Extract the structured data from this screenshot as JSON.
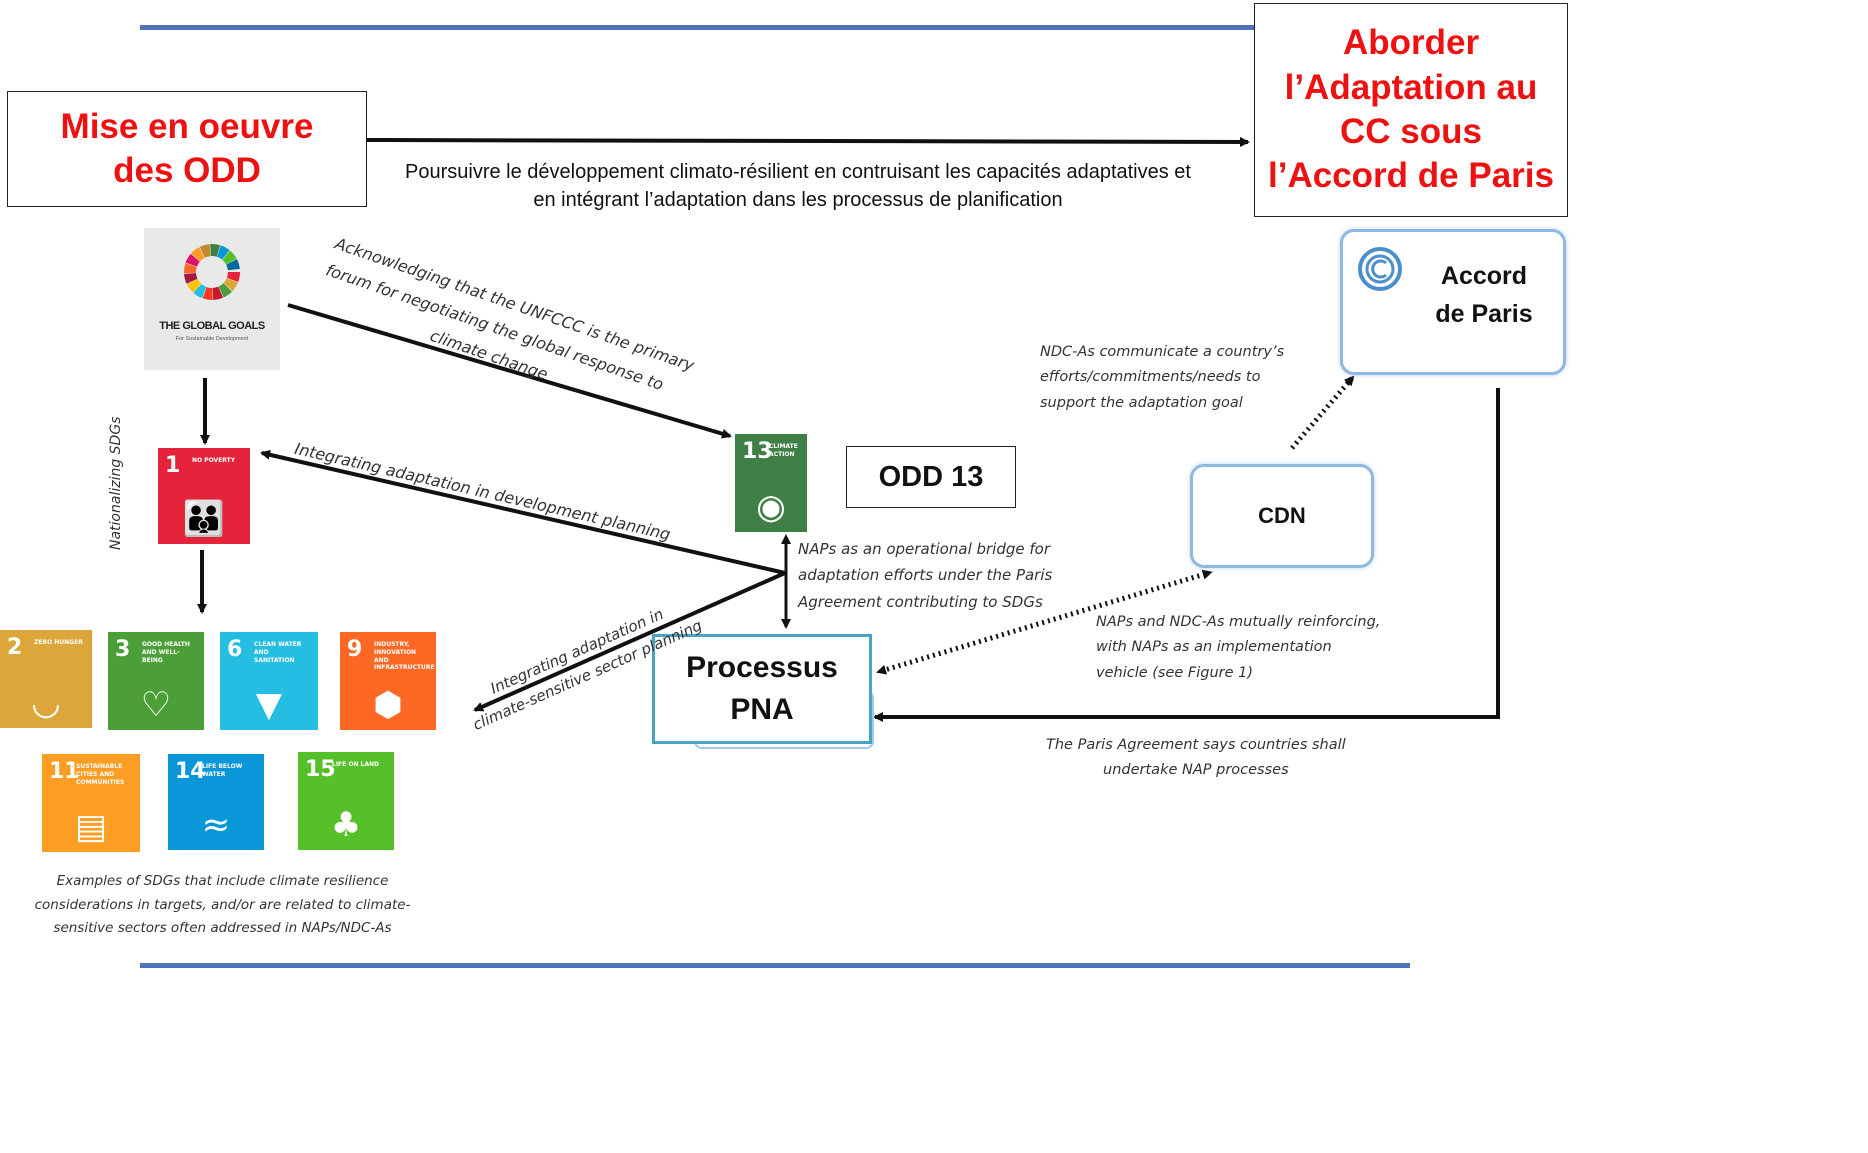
{
  "title_left": "Mise en oeuvre des ODD",
  "title_right": "Aborder l’Adaptation au CC sous l’Accord de Paris",
  "intro_text": "Poursuivre le développement climato-résilient en contruisant les capacités adaptatives et en intégrant l’adaptation dans les processus de planification",
  "global_goals": {
    "title": "THE GLOBAL GOALS",
    "subtitle": "For Sustainable Development"
  },
  "labels": {
    "nationalizing": "Nationalizing SDGs",
    "acknowledging_1": "Acknowledging that the UNFCCC is the primary",
    "acknowledging_2": "forum for negotiating the global response to",
    "acknowledging_3": "climate change",
    "integrating_dev": "Integrating adaptation in development planning",
    "integrating_sector_1": "Integrating adaptation in",
    "integrating_sector_2": "climate-sensitive sector planning",
    "naps_bridge_1": "NAPs as an operational bridge for",
    "naps_bridge_2": "adaptation efforts under the Paris",
    "naps_bridge_3": "Agreement contributing to SDGs",
    "ndc_comm_1": "NDC-As communicate a country’s",
    "ndc_comm_2": "efforts/commitments/needs to",
    "ndc_comm_3": "support the adaptation goal",
    "naps_ndc_1": "NAPs and NDC-As mutually reinforcing,",
    "naps_ndc_2": "with NAPs as an implementation",
    "naps_ndc_3": "vehicle (see Figure 1)",
    "paris_says_1": "The Paris Agreement says countries shall",
    "paris_says_2": "undertake NAP processes",
    "examples_1": "Examples of SDGs that include climate resilience",
    "examples_2": "considerations in targets, and/or are related to climate-",
    "examples_3": "sensitive sectors often addressed in NAPs/NDC-As"
  },
  "boxes": {
    "odd13": "ODD 13",
    "cdn": "CDN",
    "pna": "Processus PNA",
    "accord": "Accord de Paris"
  },
  "sdg_tiles": [
    {
      "num": "1",
      "label": "NO POVERTY",
      "color": "#e5243b",
      "icon": "family-icon"
    },
    {
      "num": "2",
      "label": "ZERO HUNGER",
      "color": "#dda63a",
      "icon": "bowl-icon"
    },
    {
      "num": "3",
      "label": "GOOD HEALTH AND WELL-BEING",
      "color": "#4c9f38",
      "icon": "heartbeat-icon"
    },
    {
      "num": "6",
      "label": "CLEAN WATER AND SANITATION",
      "color": "#26bde2",
      "icon": "water-glass-icon"
    },
    {
      "num": "9",
      "label": "INDUSTRY, INNOVATION AND INFRASTRUCTURE",
      "color": "#fd6925",
      "icon": "cubes-icon"
    },
    {
      "num": "11",
      "label": "SUSTAINABLE CITIES AND COMMUNITIES",
      "color": "#fd9d24",
      "icon": "city-icon"
    },
    {
      "num": "13",
      "label": "CLIMATE ACTION",
      "color": "#3f7e44",
      "icon": "eye-globe-icon"
    },
    {
      "num": "14",
      "label": "LIFE BELOW WATER",
      "color": "#0a97d9",
      "icon": "fish-icon"
    },
    {
      "num": "15",
      "label": "LIFE ON LAND",
      "color": "#56c02b",
      "icon": "tree-icon"
    }
  ],
  "colors": {
    "rule": "#4f74b8",
    "title_red": "#ee1111",
    "blue_border": "#8fb9e4",
    "pna_border": "#4aa3c3"
  }
}
